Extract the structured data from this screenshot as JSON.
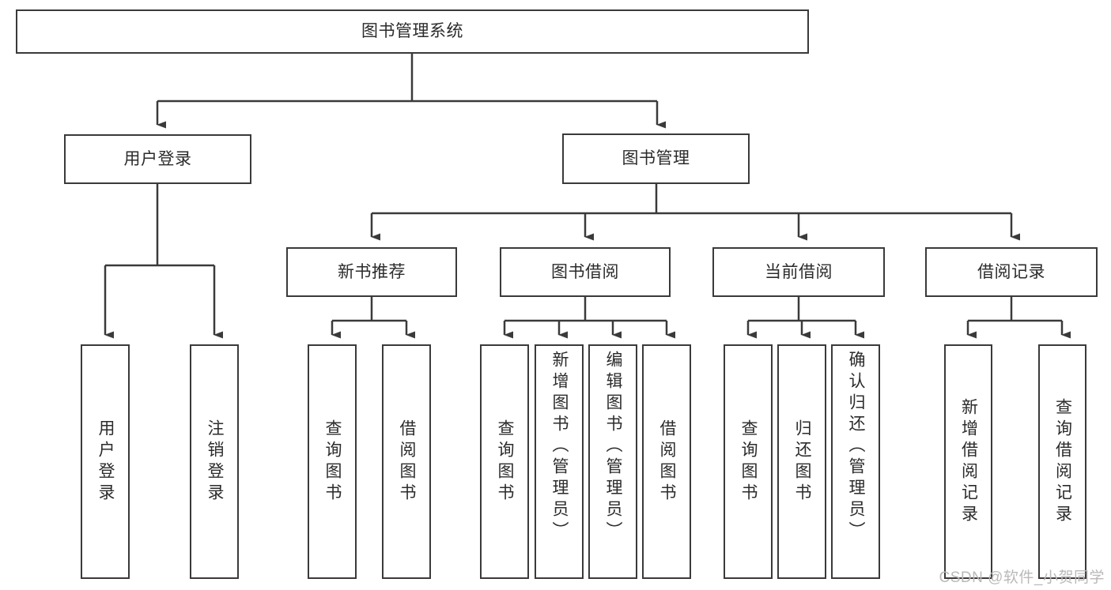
{
  "diagram": {
    "title": "图书管理系统",
    "type": "tree",
    "watermark": "CSDN @软件_小贺同学",
    "colors": {
      "stroke": "#3a3a3a",
      "text": "#2b2b2b",
      "background": "#ffffff",
      "watermark": "#b9b9b9"
    },
    "root": {
      "label": "图书管理系统"
    },
    "level2": [
      {
        "id": "user-login",
        "label": "用户登录"
      },
      {
        "id": "book-manage",
        "label": "图书管理"
      }
    ],
    "level3": [
      {
        "id": "new-book-recommend",
        "label": "新书推荐"
      },
      {
        "id": "book-borrow",
        "label": "图书借阅"
      },
      {
        "id": "current-borrow",
        "label": "当前借阅"
      },
      {
        "id": "borrow-record",
        "label": "借阅记录"
      }
    ],
    "leaves": {
      "user_login": [
        {
          "id": "leaf-user-login",
          "label": "用户登录"
        },
        {
          "id": "leaf-logout-login",
          "label": "注销登录"
        }
      ],
      "new_book_recommend": [
        {
          "id": "leaf-query-book-1",
          "label": "查询图书"
        },
        {
          "id": "leaf-borrow-book-1",
          "label": "借阅图书"
        }
      ],
      "book_borrow": [
        {
          "id": "leaf-query-book-2",
          "label": "查询图书"
        },
        {
          "id": "leaf-add-book",
          "label": "新增图书（管理员）"
        },
        {
          "id": "leaf-edit-book",
          "label": "编辑图书（管理员）"
        },
        {
          "id": "leaf-borrow-book-2",
          "label": "借阅图书"
        }
      ],
      "current_borrow": [
        {
          "id": "leaf-query-book-3",
          "label": "查询图书"
        },
        {
          "id": "leaf-return-book",
          "label": "归还图书"
        },
        {
          "id": "leaf-confirm-return",
          "label": "确认归还（管理员）"
        }
      ],
      "borrow_record": [
        {
          "id": "leaf-add-record",
          "label": "新增借阅记录"
        },
        {
          "id": "leaf-query-record",
          "label": "查询借阅记录"
        }
      ]
    }
  }
}
